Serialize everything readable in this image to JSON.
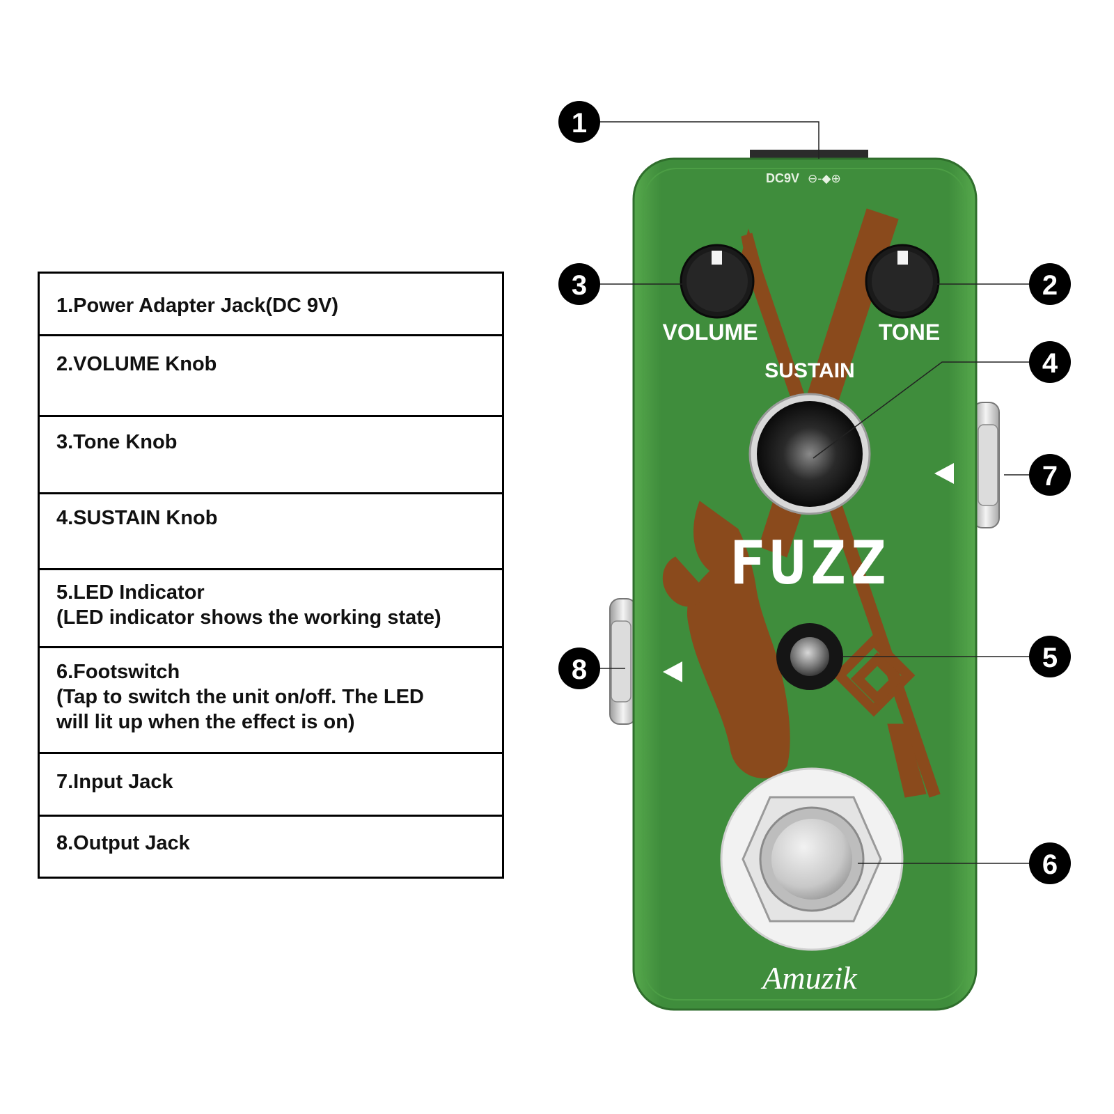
{
  "legend": {
    "items": [
      {
        "text": "1.Power Adapter Jack(DC 9V)"
      },
      {
        "text": "2.VOLUME Knob"
      },
      {
        "text": "3.Tone Knob"
      },
      {
        "text": "4.SUSTAIN Knob"
      },
      {
        "text": "5.LED Indicator\n(LED indicator shows the working state)"
      },
      {
        "text": "6.Footswitch\n(Tap to switch the unit on/off. The LED\nwill lit up when the effect is on)"
      },
      {
        "text": "7.Input Jack"
      },
      {
        "text": "8.Output Jack"
      }
    ]
  },
  "pedal": {
    "power_label": "DC9V",
    "power_symbol": "⊖-◆⊕",
    "volume_label": "VOLUME",
    "tone_label": "TONE",
    "sustain_label": "SUSTAIN",
    "effect_name": "FUZZ",
    "brand": "Amuzik",
    "body_color": "#3f8d3c",
    "art_color": "#8a4a1c"
  },
  "callouts": {
    "c1": "1",
    "c2": "2",
    "c3": "3",
    "c4": "4",
    "c5": "5",
    "c6": "6",
    "c7": "7",
    "c8": "8"
  }
}
